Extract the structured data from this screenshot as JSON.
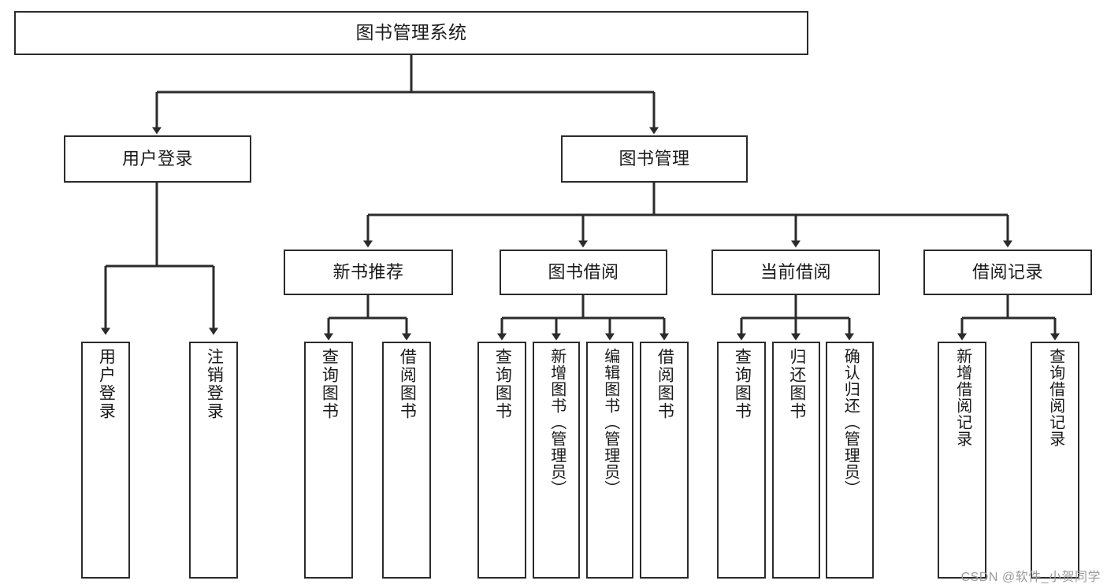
{
  "diagram": {
    "title": "图书管理系统",
    "type": "hierarchy-tree",
    "levels": 4,
    "root": {
      "label": "图书管理系统"
    },
    "level2": [
      {
        "label": "用户登录"
      },
      {
        "label": "图书管理"
      }
    ],
    "level3": [
      {
        "label": "新书推荐"
      },
      {
        "label": "图书借阅"
      },
      {
        "label": "当前借阅"
      },
      {
        "label": "借阅记录"
      }
    ],
    "leaves": {
      "user_login": [
        {
          "label": "用户登录"
        },
        {
          "label": "注销登录"
        }
      ],
      "new_book_recommend": [
        {
          "label": "查询图书"
        },
        {
          "label": "借阅图书"
        }
      ],
      "book_borrow": [
        {
          "label": "查询图书"
        },
        {
          "label": "新增图书（管理员）"
        },
        {
          "label": "编辑图书（管理员）"
        },
        {
          "label": "借阅图书"
        }
      ],
      "current_borrow": [
        {
          "label": "查询图书"
        },
        {
          "label": "归还图书"
        },
        {
          "label": "确认归还（管理员）"
        }
      ],
      "borrow_record": [
        {
          "label": "新增借阅记录"
        },
        {
          "label": "查询借阅记录"
        }
      ]
    }
  },
  "watermark": {
    "text": "CSDN @软件_小贺同学"
  },
  "colors": {
    "stroke": "#2b2b2b",
    "background": "#ffffff",
    "text": "#1a1a1a",
    "watermark": "#9a9a9a"
  }
}
